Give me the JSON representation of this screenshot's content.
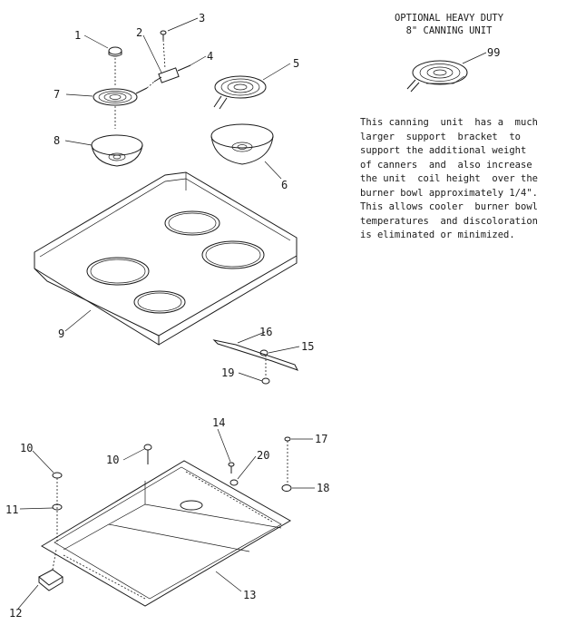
{
  "title": {
    "line1": "OPTIONAL HEAVY DUTY",
    "line2": "8\" CANNING UNIT"
  },
  "description": [
    "This canning  unit  has a  much",
    "larger  support  bracket  to",
    "support the additional weight",
    "of canners  and  also increase",
    "the unit  coil height  over the",
    "burner bowl approximately 1/4\".",
    "This allows cooler  burner bowl",
    "temperatures  and discoloration",
    "is eliminated or minimized."
  ],
  "callouts": {
    "c1": "1",
    "c2": "2",
    "c3": "3",
    "c4": "4",
    "c5": "5",
    "c6": "6",
    "c7": "7",
    "c8": "8",
    "c9": "9",
    "c10a": "10",
    "c10b": "10",
    "c11": "11",
    "c12": "12",
    "c13": "13",
    "c14": "14",
    "c15": "15",
    "c16": "16",
    "c17": "17",
    "c18": "18",
    "c19": "19",
    "c20": "20",
    "c99": "99"
  }
}
